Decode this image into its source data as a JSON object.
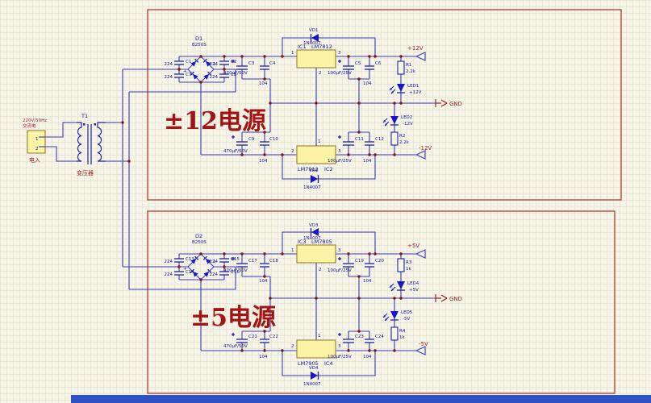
{
  "titles": {
    "supply12": "±12电源",
    "supply5": "±5电源"
  },
  "colors": {
    "wire": "#3d3dbb",
    "component_fill": "#fcf3a6",
    "annotation_box": "#bd4a42",
    "text_navy": "#15159b",
    "text_maroon": "#9c1f1f",
    "scrollbar": "#2e52c3"
  },
  "input": {
    "line1": "220V/50Hz",
    "line2": "交流电",
    "name": "电入",
    "pin1": "1",
    "pin2": "2"
  },
  "transformer": {
    "ref": "T1",
    "name": "变压器"
  },
  "s12": {
    "bridge_ref": "D1",
    "bridge_part": "B250S",
    "bridge_plus": "+",
    "bridge_pin1": "1",
    "c1_ref": "C1",
    "c1_val": "224",
    "c7_ref": "C7",
    "c7_val": "224",
    "c2_ref": "C2",
    "c2_val": "224",
    "c8_ref": "C8",
    "c8_val": "224",
    "c3_ref": "C3",
    "c3_val": "470µF/50V",
    "c4_ref": "C4",
    "c4_val": "104",
    "c5_ref": "C5",
    "c5_val": "100µF/25V",
    "c6_ref": "C6",
    "c6_val": "104",
    "c9_ref": "C9",
    "c9_val": "470µF/50V",
    "c10_ref": "C10",
    "c10_val": "104",
    "c11_ref": "C11",
    "c11_val": "100µF/25V",
    "c12_ref": "C12",
    "c12_val": "104",
    "ic1_ref": "IC1",
    "ic1_part": "LM7812",
    "ic1_p1": "1",
    "ic1_p2": "2",
    "ic1_p3": "3",
    "ic2_ref": "IC2",
    "ic2_part": "LM7912",
    "ic2_p1": "1",
    "ic2_p2": "2",
    "ic2_p3": "3",
    "vd1_ref": "VD1",
    "vd1_part": "1N4007",
    "vd2_ref": "VD2",
    "vd2_part": "1N4007",
    "r1_ref": "R1",
    "r1_val": "2.2k",
    "r2_ref": "R2",
    "r2_val": "2.2k",
    "led1_ref": "LED1",
    "led1_net": "+12V",
    "led2_ref": "LED2",
    "led2_net": "-12V",
    "flag_pos": "+12V",
    "flag_neg": "-12V",
    "gnd": "GND"
  },
  "s5": {
    "bridge_ref": "D2",
    "bridge_part": "B250S",
    "bridge_plus": "+",
    "bridge_pin1": "1",
    "c13_ref": "C13",
    "c13_val": "224",
    "c14_ref": "C14",
    "c14_val": "224",
    "c15_ref": "C15",
    "c15_val": "224",
    "c16_ref": "C16",
    "c16_val": "224",
    "c17_ref": "C17",
    "c17_val": "470µF/50V",
    "c18_ref": "C18",
    "c18_val": "104",
    "c19_ref": "C19",
    "c19_val": "100µF/25V",
    "c20_ref": "C20",
    "c20_val": "104",
    "c21_ref": "C21",
    "c21_val": "470µF/50V",
    "c22_ref": "C22",
    "c22_val": "104",
    "c23_ref": "C23",
    "c23_val": "100µF/25V",
    "c24_ref": "C24",
    "c24_val": "104",
    "ic3_ref": "IC3",
    "ic3_part": "LM7805",
    "ic3_p1": "1",
    "ic3_p2": "2",
    "ic3_p3": "3",
    "ic4_ref": "IC4",
    "ic4_part": "LM7905",
    "ic4_p1": "1",
    "ic4_p2": "2",
    "ic4_p3": "3",
    "vd3_ref": "VD3",
    "vd3_part": "1N4007",
    "vd4_ref": "VD4",
    "vd4_part": "1N4007",
    "r3_ref": "R3",
    "r3_val": "1k",
    "r4_ref": "R4",
    "r4_val": "1k",
    "led4_ref": "LED4",
    "led4_net": "+5V",
    "led5_ref": "LED5",
    "led5_net": "-5V",
    "flag_pos": "+5V",
    "flag_neg": "-5V",
    "gnd": "GND"
  }
}
